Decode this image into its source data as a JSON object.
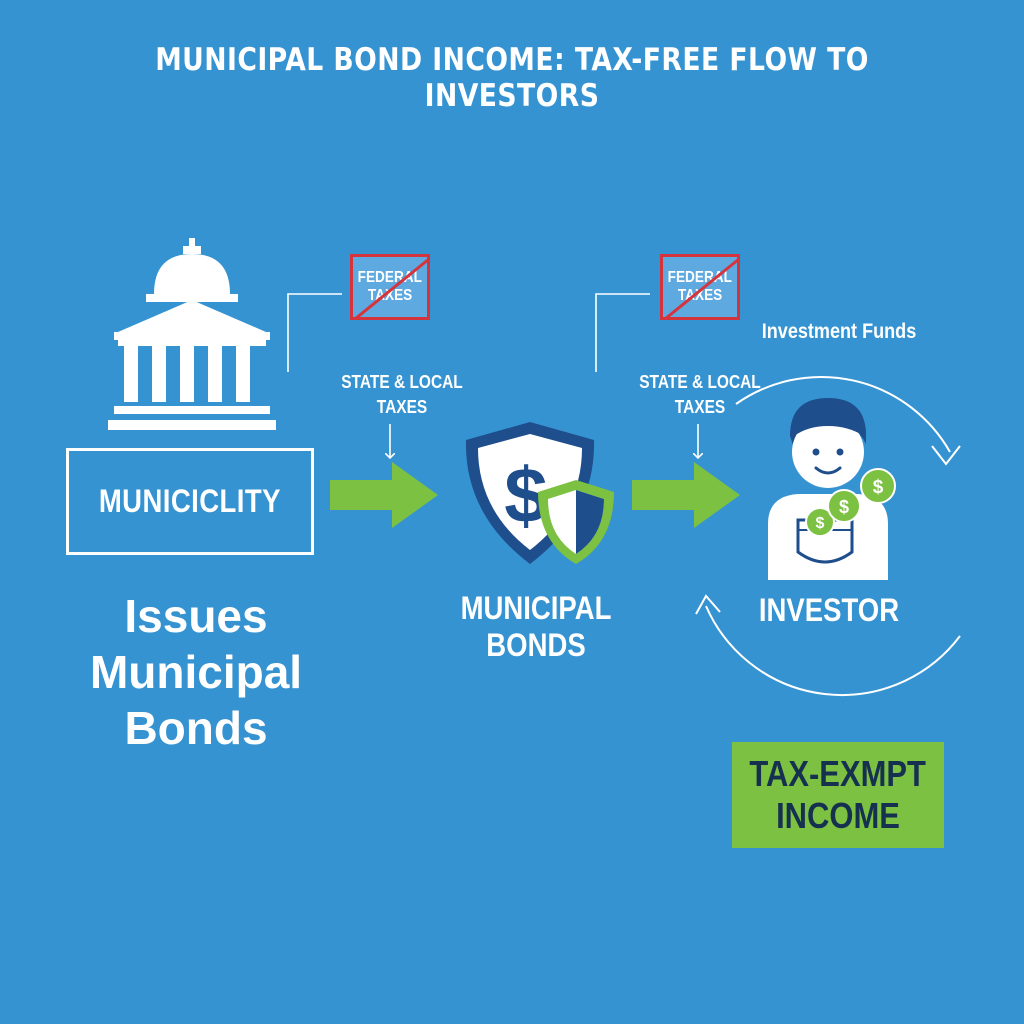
{
  "title": "MUNICIPAL BOND INCOME: TAX-FREE FLOW TO INVESTORS",
  "municipality": {
    "box_label": "MUNICICLITY",
    "caption_line1": "Issues",
    "caption_line2": "Municipal",
    "caption_line3": "Bonds",
    "icon": "government-building-icon"
  },
  "taxes": {
    "federal_line1": "FEDERAL",
    "federal_line2": "TAXES",
    "state_line1": "STATE & LOCAL",
    "state_line2": "TAXES"
  },
  "bonds": {
    "label": "MUNICIPAL BONDS",
    "icon": "dollar-shield-icon"
  },
  "investor": {
    "label": "INVESTOR",
    "funds_label": "Investment Funds",
    "icon": "investor-with-coins-icon"
  },
  "income": {
    "line1": "TAX-EXMPT",
    "line2": "INCOME"
  },
  "colors": {
    "background": "#3593d2",
    "arrow_green": "#7cc142",
    "income_green": "#7cc142",
    "tax_red": "#d6343c",
    "shield_navy": "#1f4e8c"
  }
}
